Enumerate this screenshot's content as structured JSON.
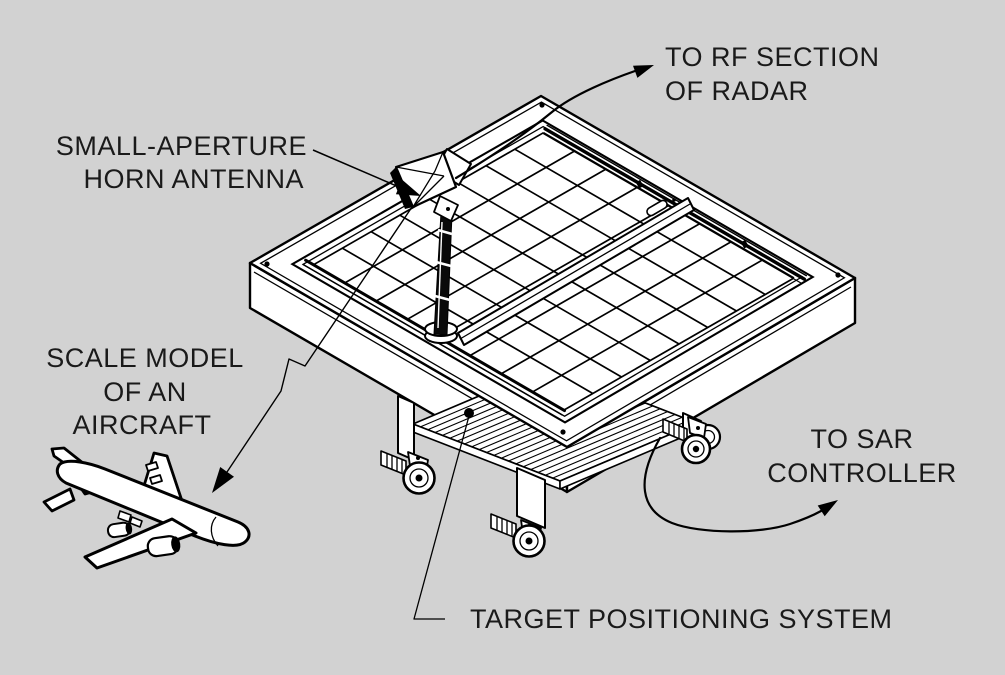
{
  "colors": {
    "background": "#d2d2d2",
    "ink": "#000000",
    "surface": "#ffffff",
    "text": "#1a1a1a"
  },
  "labels": {
    "rf_section": {
      "line1": "TO RF SECTION",
      "line2": "OF RADAR"
    },
    "horn_antenna": {
      "line1": "SMALL-APERTURE",
      "line2": "HORN ANTENNA"
    },
    "scale_model": {
      "line1": "SCALE MODEL",
      "line2": "OF AN",
      "line3": "AIRCRAFT"
    },
    "sar_controller": {
      "line1": "TO SAR",
      "line2": "CONTROLLER"
    },
    "target_positioning": {
      "text": "TARGET POSITIONING SYSTEM"
    }
  }
}
